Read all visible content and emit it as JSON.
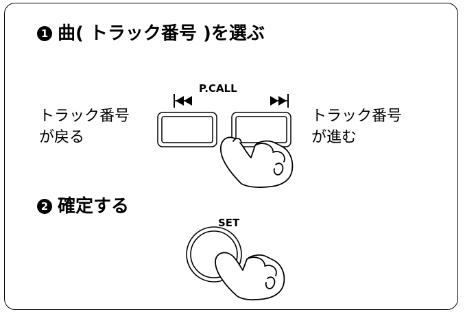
{
  "step1": {
    "number": "1",
    "title": "曲( トラック番号 )を選ぶ"
  },
  "pcall_label": "P.CALL",
  "left_label": [
    "トラック番号",
    "が戻る"
  ],
  "right_label": [
    "トラック番号",
    "が進む"
  ],
  "step2": {
    "number": "2",
    "title": "確定する"
  },
  "set_label": "SET",
  "icons": {
    "prev": "skip-back-icon",
    "next": "skip-forward-icon",
    "hand": "pressing-hand-icon"
  }
}
